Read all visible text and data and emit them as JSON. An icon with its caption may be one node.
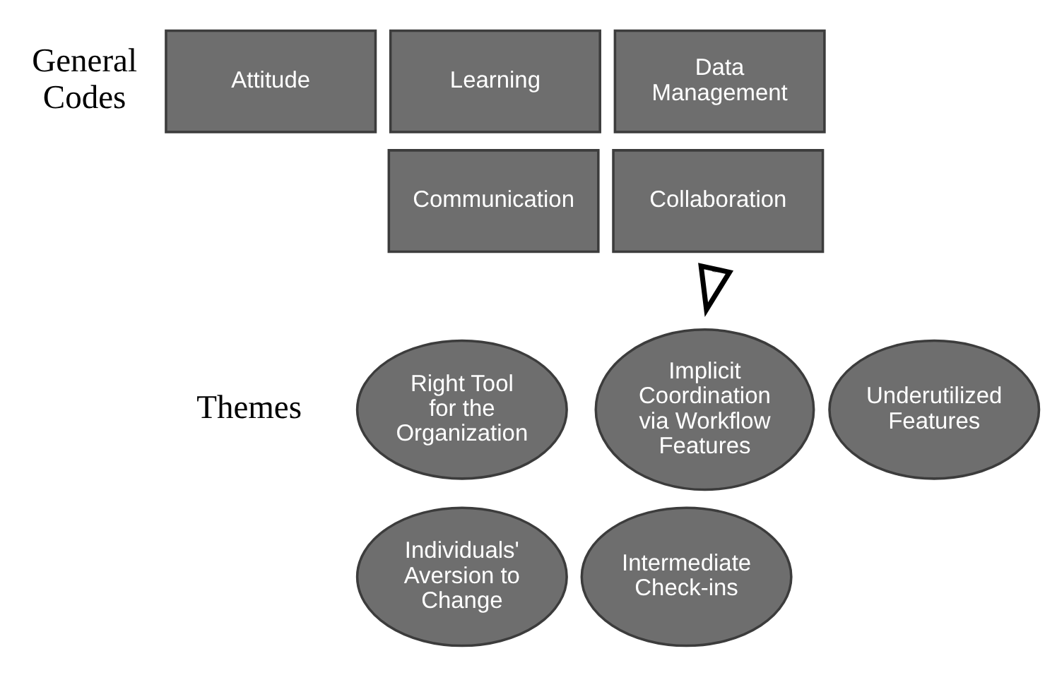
{
  "diagram": {
    "nodes": [
      {
        "text": [
          "Attitude"
        ]
      },
      {
        "text": [
          "Learning"
        ]
      },
      {
        "text": [
          "Data Management"
        ]
      },
      {
        "text": [
          "Communication"
        ]
      },
      {
        "text": [
          "Collaboration"
        ]
      },
      {
        "text": [
          "Right Tool for the Organization"
        ]
      },
      {
        "text": [
          "Implicit Coordination via Workflow Features"
        ]
      },
      {
        "text": [
          "Underutilized Features"
        ]
      },
      {
        "text": [
          "Individuals' Aversion to Change"
        ]
      },
      {
        "text": [
          "Intermediate Check-ins"
        ]
      }
    ],
    "labels": [
      "General Codes",
      "Themes"
    ]
  }
}
